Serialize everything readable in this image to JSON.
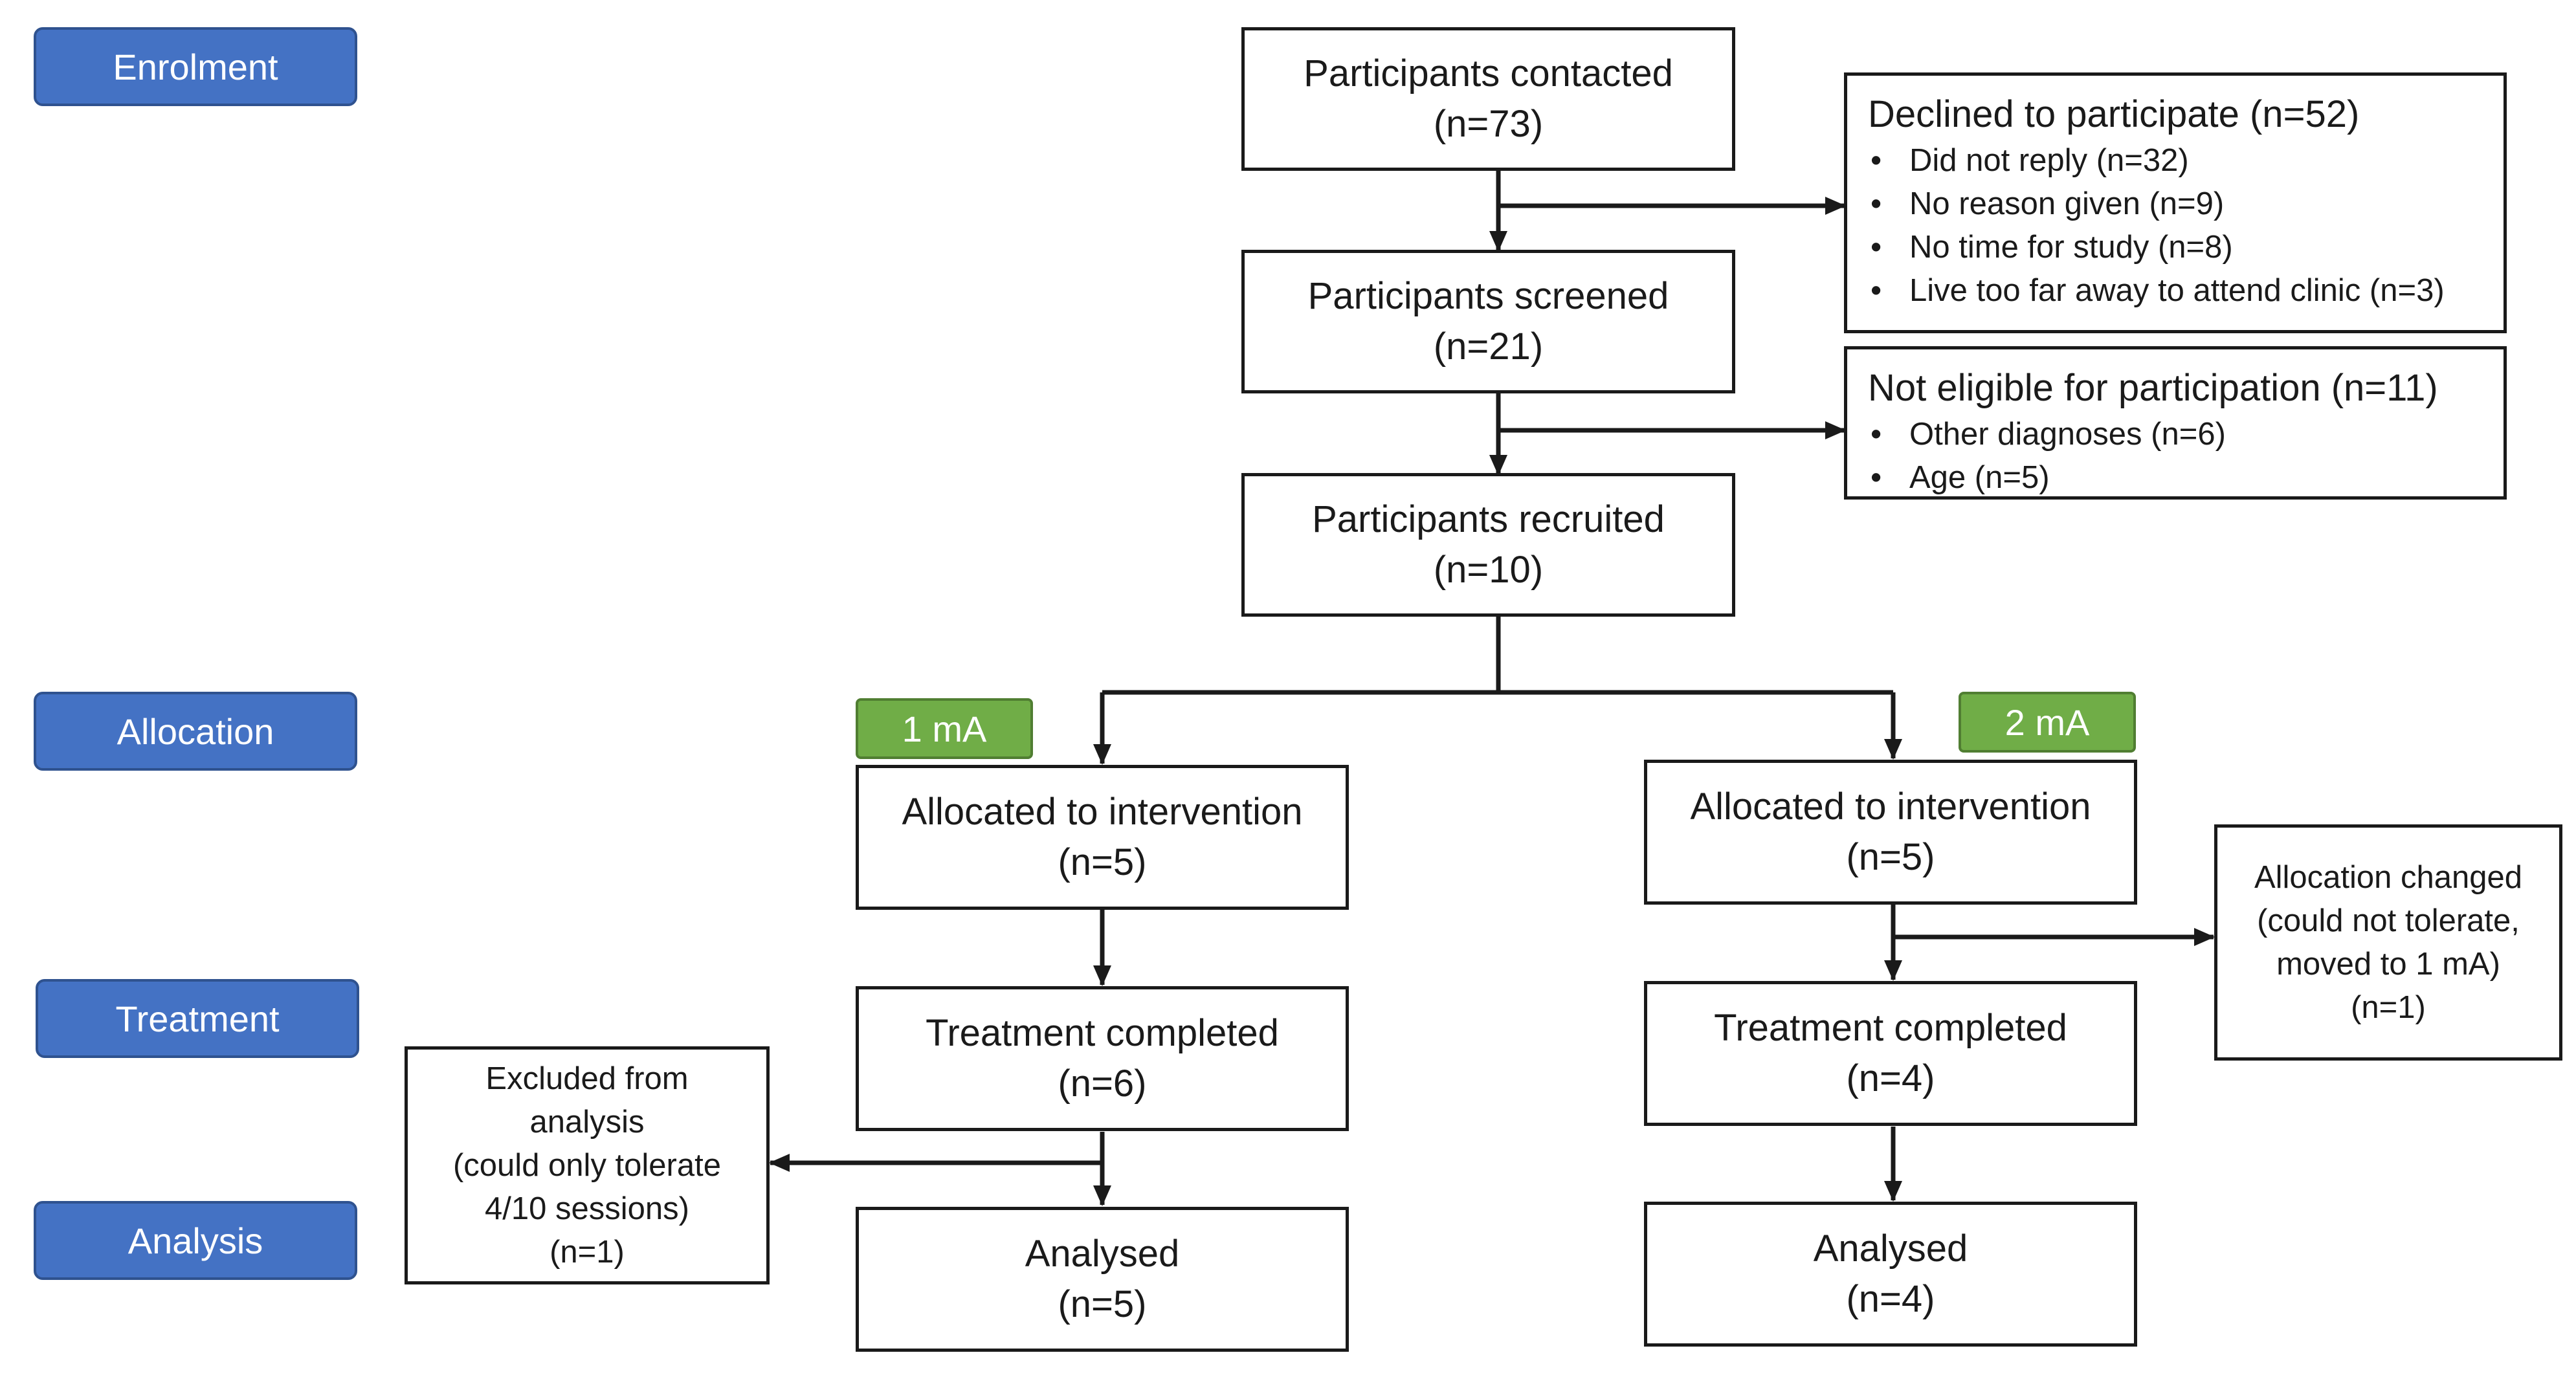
{
  "stages": {
    "enrolment": "Enrolment",
    "allocation": "Allocation",
    "treatment": "Treatment",
    "analysis": "Analysis"
  },
  "doses": {
    "low": "1 mA",
    "high": "2 mA"
  },
  "enrolment": {
    "contacted": {
      "title": "Participants contacted",
      "count": "(n=73)"
    },
    "screened": {
      "title": "Participants screened",
      "count": "(n=21)"
    },
    "recruited": {
      "title": "Participants recruited",
      "count": "(n=10)"
    },
    "declined": {
      "heading": "Declined to participate (n=52)",
      "reasons": [
        "Did not reply (n=32)",
        "No reason given (n=9)",
        "No time for study (n=8)",
        "Live too far away to attend clinic (n=3)"
      ]
    },
    "not_eligible": {
      "heading": "Not eligible for participation (n=11)",
      "reasons": [
        "Other diagnoses (n=6)",
        "Age (n=5)"
      ]
    }
  },
  "arm_1ma": {
    "allocated": {
      "title": "Allocated to intervention",
      "count": "(n=5)"
    },
    "treatment": {
      "title": "Treatment completed",
      "count": "(n=6)"
    },
    "analysed": {
      "title": "Analysed",
      "count": "(n=5)"
    },
    "excluded": [
      "Excluded from",
      "analysis",
      "(could only tolerate",
      "4/10 sessions)",
      "(n=1)"
    ]
  },
  "arm_2ma": {
    "allocated": {
      "title": "Allocated to intervention",
      "count": "(n=5)"
    },
    "treatment": {
      "title": "Treatment completed",
      "count": "(n=4)"
    },
    "analysed": {
      "title": "Analysed",
      "count": "(n=4)"
    },
    "changed": [
      "Allocation changed",
      "(could not tolerate,",
      "moved to 1 mA)",
      "(n=1)"
    ]
  },
  "colors": {
    "stage_fill": "#4472c4",
    "stage_border": "#2f528f",
    "dose_fill": "#70ad47",
    "dose_border": "#507e32",
    "line": "#1a1a1a"
  }
}
